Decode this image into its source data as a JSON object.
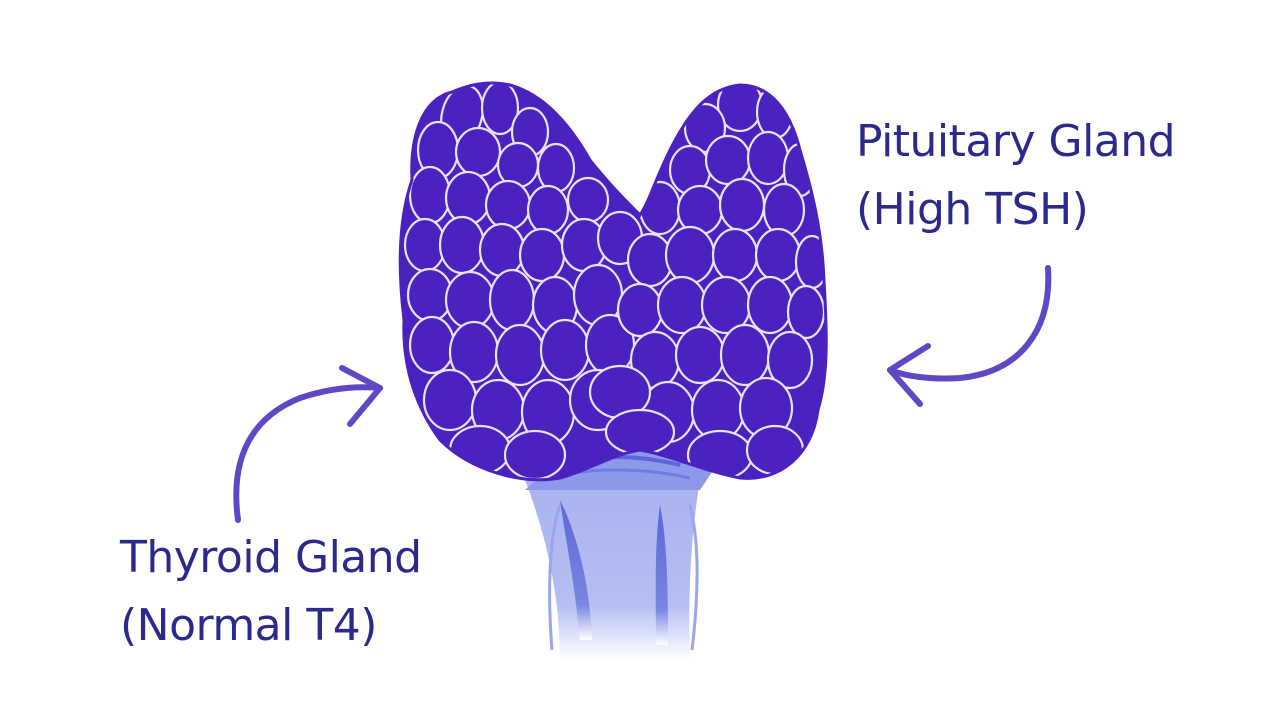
{
  "labels": {
    "pituitary": {
      "line1": "Pituitary Gland",
      "line2": "(High TSH)"
    },
    "thyroid": {
      "line1": "Thyroid Gland",
      "line2": "(Normal T4)"
    }
  },
  "colors": {
    "background": "#ffffff",
    "label_text": "#2b2a8c",
    "arrow": "#6047c4",
    "gland_fill": "#4b22c0",
    "lobule_outline": "#e9e3ff",
    "trachea_light": "#a9b2ef",
    "trachea_mid": "#7a86e2",
    "trachea_dark": "#5b67d6"
  }
}
